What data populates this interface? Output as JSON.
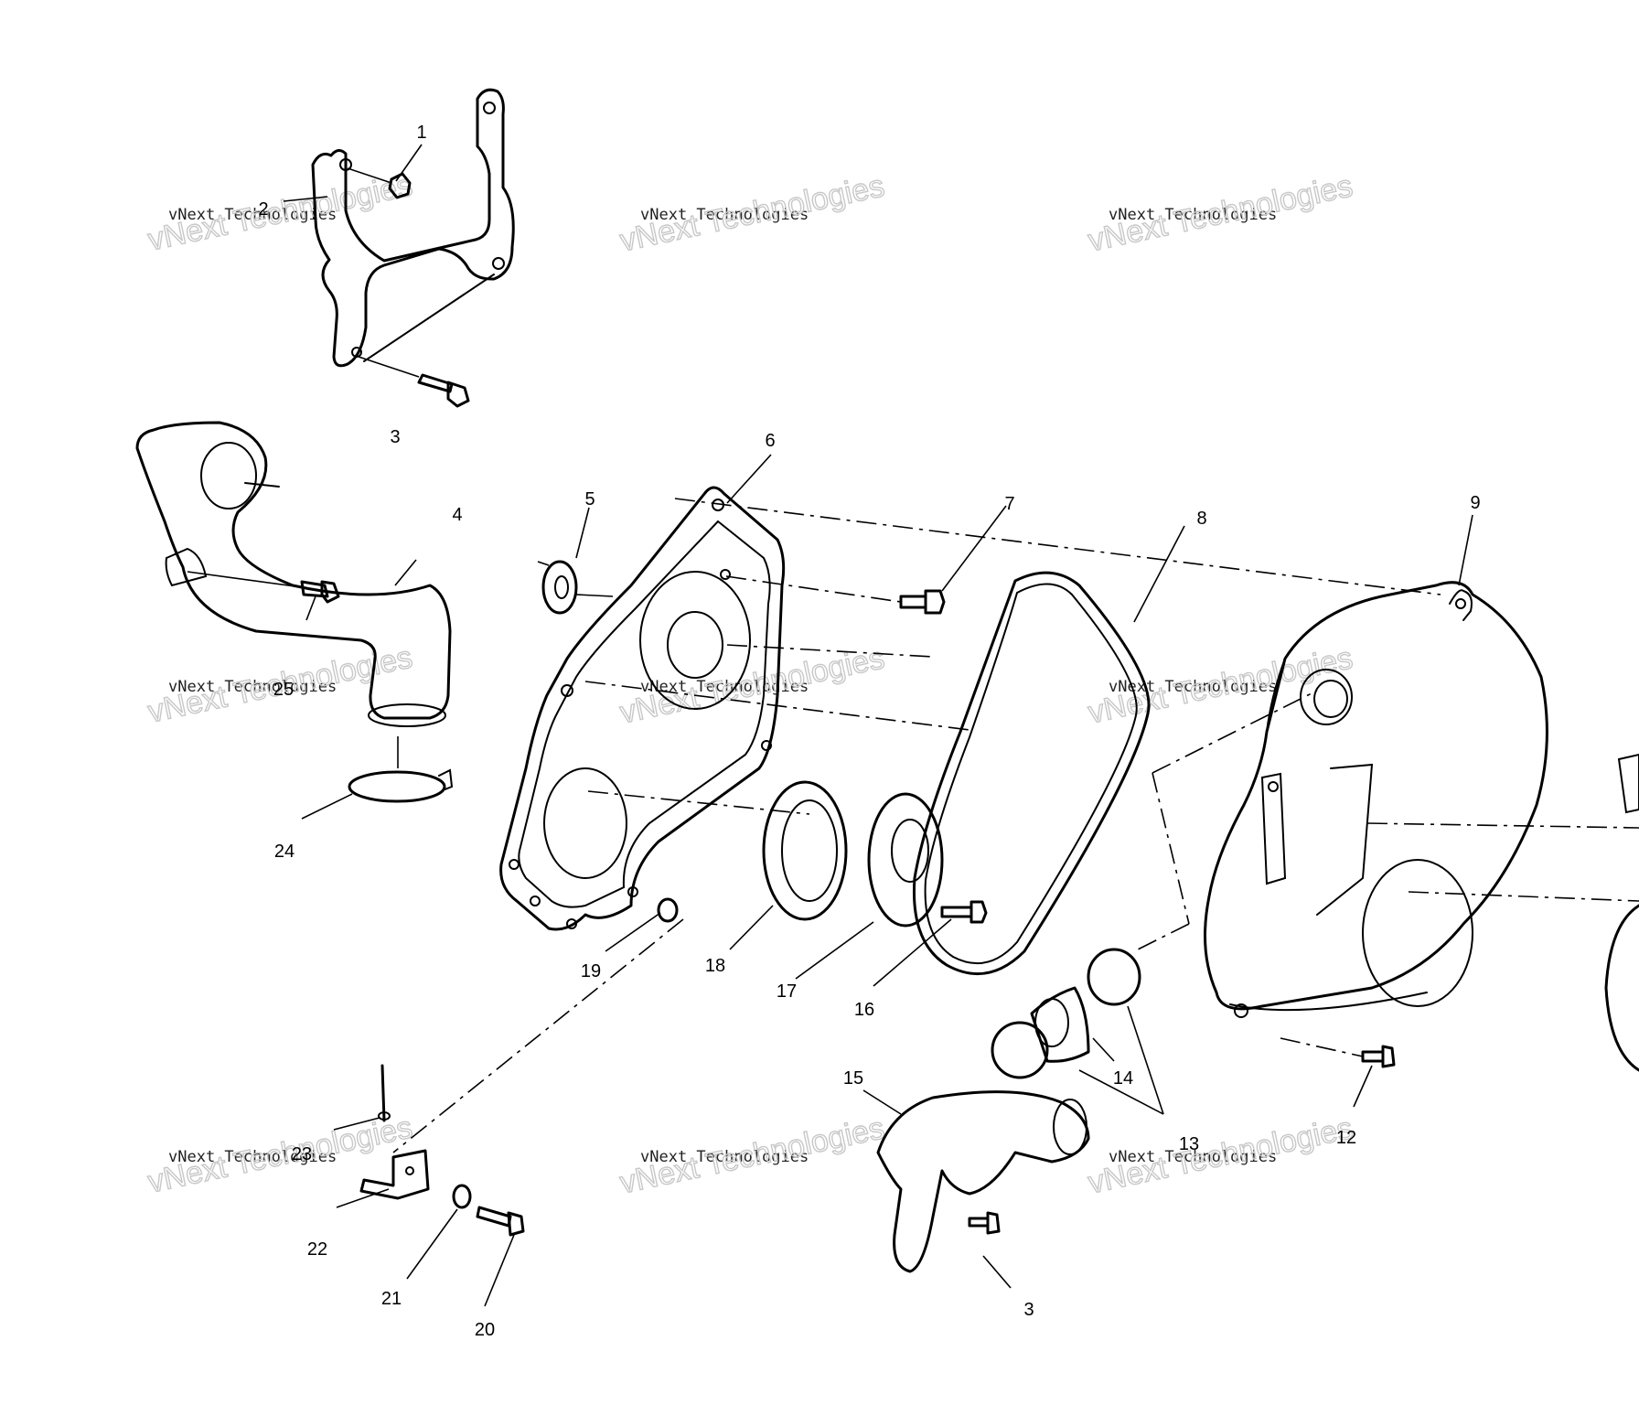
{
  "diagram": {
    "callouts": [
      "1",
      "2",
      "3",
      "4",
      "5",
      "6",
      "7",
      "8",
      "9",
      "12",
      "13",
      "14",
      "15",
      "16",
      "17",
      "18",
      "19",
      "20",
      "21",
      "22",
      "23",
      "24",
      "25",
      "3"
    ]
  },
  "watermark": {
    "line1": "vNext Technologies",
    "line2": "vNext Technologies"
  },
  "colors": {
    "ink": "#000000",
    "background": "#ffffff",
    "watermark": "#c8c8c8"
  }
}
